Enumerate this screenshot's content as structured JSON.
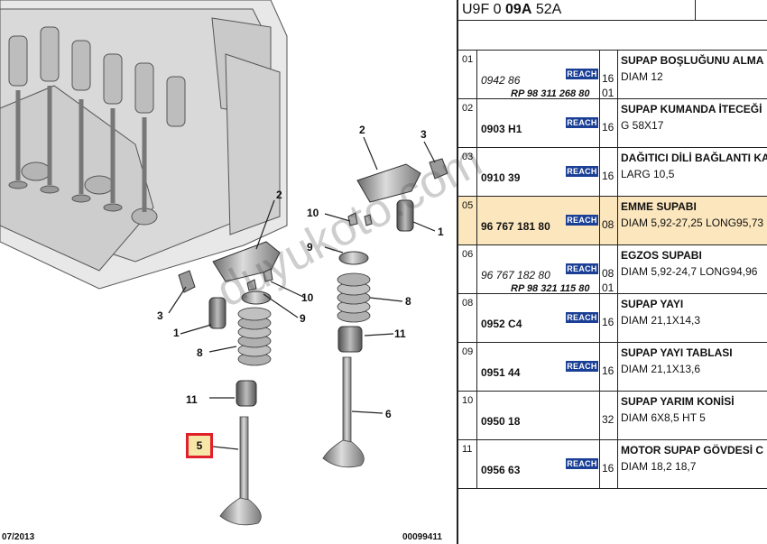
{
  "header": {
    "title_prefix": "U9F 0 ",
    "title_bold": "09A",
    "title_suffix": " 52A"
  },
  "diagram": {
    "footer_left": "07/2013",
    "footer_right": "00099411",
    "watermark": "duyukoto.com",
    "selected_callout": "5",
    "callouts": {
      "c2a": "2",
      "c3a": "3",
      "c10a": "10",
      "c9a": "9",
      "c1a": "1",
      "c8a": "8",
      "c11a": "11",
      "c6": "6",
      "c2b": "2",
      "c3b": "3",
      "c10b": "10",
      "c9b": "9",
      "c1b": "1",
      "c8b": "8",
      "c11b": "11"
    }
  },
  "parts": [
    {
      "index": "01",
      "part_no": "0942 86",
      "part_style": "i",
      "rp": "RP 98 311 268 80",
      "reach": "REACH",
      "qty": "16",
      "qty2": "01",
      "name": "SUPAP BOŞLUĞUNU ALMA",
      "desc": "DIAM 12",
      "highlight": false
    },
    {
      "index": "02",
      "part_no": "0903 H1",
      "part_style": "b",
      "rp": "",
      "reach": "REACH",
      "qty": "16",
      "qty2": "",
      "name": "SUPAP KUMANDA İTECEĞİ",
      "desc": "G 58X17",
      "highlight": false
    },
    {
      "index": "03",
      "part_no": "0910 39",
      "part_style": "b",
      "rp": "",
      "reach": "REACH",
      "qty": "16",
      "qty2": "",
      "name": "DAĞITICI DİLİ BAĞLANTI KA",
      "desc": "LARG 10,5",
      "highlight": false
    },
    {
      "index": "05",
      "part_no": "96 767 181 80",
      "part_style": "b",
      "rp": "",
      "reach": "REACH",
      "qty": "08",
      "qty2": "",
      "name": "EMME SUPABI",
      "desc": "DIAM 5,92-27,25 LONG95,73",
      "highlight": true
    },
    {
      "index": "06",
      "part_no": "96 767 182 80",
      "part_style": "i",
      "rp": "RP 98 321 115 80",
      "reach": "REACH",
      "qty": "08",
      "qty2": "01",
      "name": "EGZOS SUPABI",
      "desc": "DIAM 5,92-24,7 LONG94,96",
      "highlight": false
    },
    {
      "index": "08",
      "part_no": "0952 C4",
      "part_style": "b",
      "rp": "",
      "reach": "REACH",
      "qty": "16",
      "qty2": "",
      "name": "SUPAP YAYI",
      "desc": "DIAM 21,1X14,3",
      "highlight": false
    },
    {
      "index": "09",
      "part_no": "0951 44",
      "part_style": "b",
      "rp": "",
      "reach": "REACH",
      "qty": "16",
      "qty2": "",
      "name": "SUPAP YAYI TABLASI",
      "desc": "DIAM 21,1X13,6",
      "highlight": false
    },
    {
      "index": "10",
      "part_no": "0950 18",
      "part_style": "b",
      "rp": "",
      "reach": "",
      "qty": "32",
      "qty2": "",
      "name": "SUPAP YARIM KONİSİ",
      "desc": "DIAM 6X8,5 HT 5",
      "highlight": false
    },
    {
      "index": "11",
      "part_no": "0956 63",
      "part_style": "b",
      "rp": "",
      "reach": "REACH",
      "qty": "16",
      "qty2": "",
      "name": "MOTOR SUPAP GÖVDESİ C",
      "desc": "DIAM 18,2 18,7",
      "highlight": false
    }
  ]
}
